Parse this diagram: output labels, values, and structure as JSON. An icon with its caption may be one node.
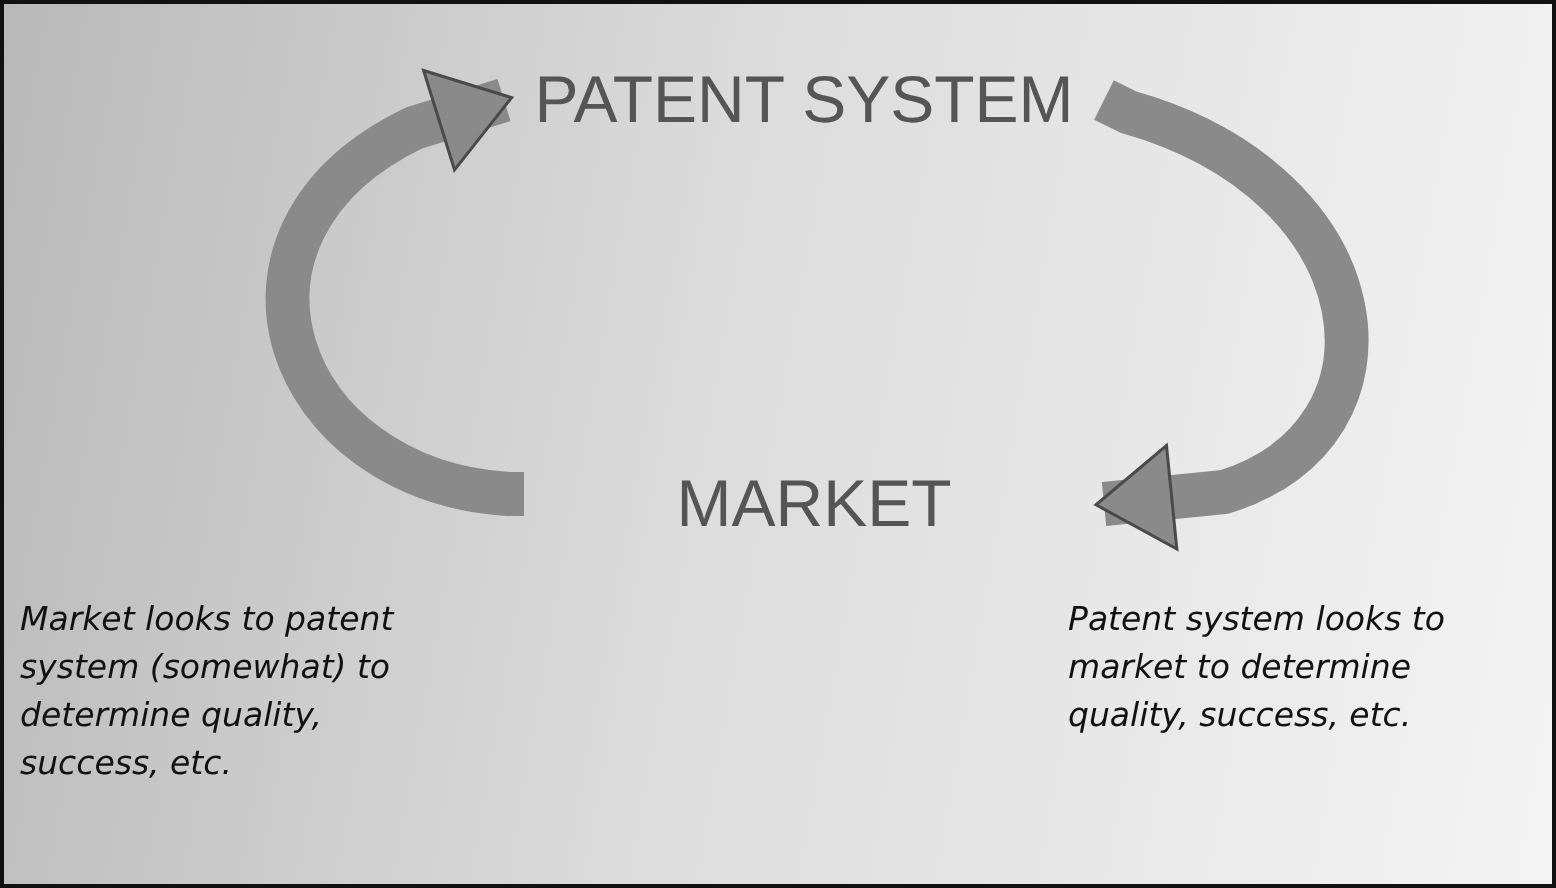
{
  "diagram": {
    "nodes": [
      {
        "text": [
          "PATENT SYSTEM"
        ]
      },
      {
        "text": [
          "MARKET"
        ]
      }
    ],
    "edges": [
      {
        "from": 1,
        "to": 0,
        "arrow": "to"
      },
      {
        "from": 0,
        "to": 1,
        "arrow": "to"
      }
    ],
    "labels": [
      "Market looks to patent system (somewhat) to determine quality, success, etc.",
      "Patent system looks to market to determine quality, success, etc."
    ]
  }
}
